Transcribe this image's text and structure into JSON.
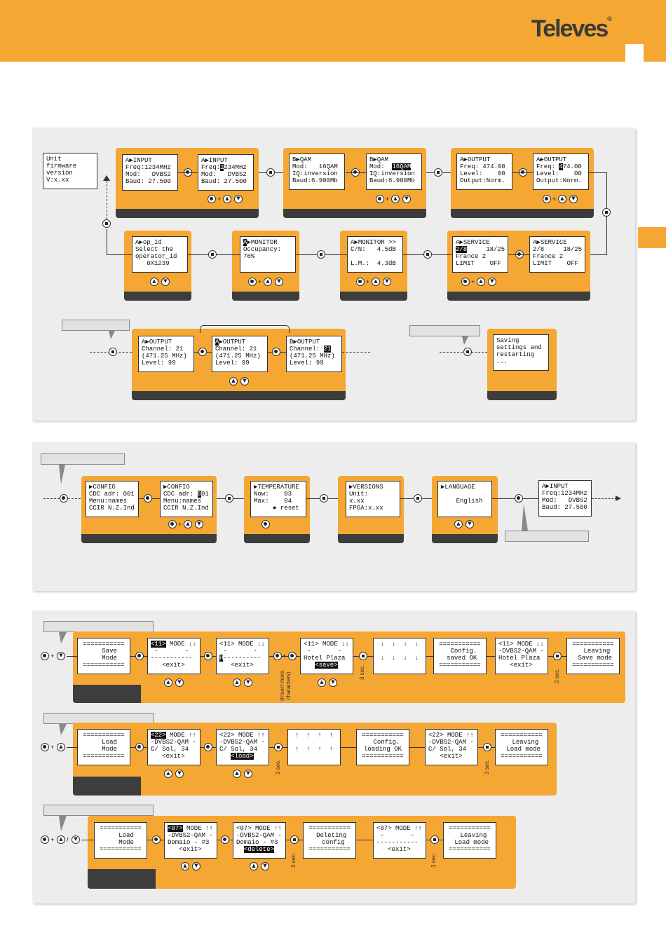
{
  "brand": {
    "logo": "Televes",
    "trademark": "®"
  },
  "colors": {
    "accent": "#F5A733",
    "bar": "#3d3d3d",
    "panel": "#EDEDED"
  },
  "section1": {
    "unit_info": "Unit\nfirmware\nversion\nV:x.xx",
    "input1": "A▶INPUT\nFreq:1234MHz\nMod:   DVBS2\nBaud: 27.500",
    "input2": {
      "l1": "A▶INPUT",
      "l2a": "Freq:",
      "l2b": "1",
      "l2c": "234MHz",
      "l3": "Mod:   DVBS2",
      "l4": "Baud: 27.500"
    },
    "qam1": "B▶QAM\nMod:   16QAM\nIQ:inversion\nBaud:6.900Mb",
    "qam2": {
      "l1": "B▶QAM",
      "l2a": "Mod:  ",
      "l2b": "16QAM",
      "l3": "IQ:inversion",
      "l4": "Baud:6.900Mb"
    },
    "out1": "A▶OUTPUT\nFreq: 474.00\nLevel:    00\nOutput:Norm.",
    "out2": {
      "l1": "A▶OUTPUT",
      "l2a": "Freq: ",
      "l2b": "4",
      "l2c": "74.00",
      "l3": "Level:    00",
      "l4": "Output:Norm."
    },
    "opid": "A▶op_id\nSelect the\noperator_id\n   0X1239",
    "monitor1": {
      "a": "A",
      "b": "▶MONITOR",
      "rest": "Occupancy:\n76%"
    },
    "monitor2": "A▶MONITOR >>\nC/N:   4.5dB\n\nL.M.:  4.3dB",
    "service1": {
      "l1": "A▶SERVICE",
      "l2a": "2/8",
      "l2b": "     18/25",
      "l3": "France 2",
      "l4": "LIMIT    OFF"
    },
    "service2": "A▶SERVICE\n2/8     18/25\nFrance 2\nLIMIT    OFF",
    "ch1": "A▶OUTPUT\nChannel: 21\n(471.25 MHz)\nLevel: 99",
    "ch2": {
      "a": "A",
      "rest1": "▶OUTPUT",
      "rest": "Channel: 21\n(471.25 MHz)\nLevel: 99"
    },
    "ch3": {
      "l1": "B▶OUTPUT",
      "l2a": "Channel: ",
      "l2b": "21",
      "l3": "(471.25 MHz)",
      "l4": "Level: 99"
    },
    "saving": "Saving\nsettings and\nrestarting\n..."
  },
  "section2": {
    "config1": "▶CONFIG\nCDC adr: 001\nMenu:names\nCCIR N.Z.Ind",
    "config2": {
      "l1": "▶CONFIG",
      "l2a": "CDC adr: ",
      "l2b": "0",
      "l2c": "01",
      "l3": "Menu:names",
      "l4": "CCIR N.Z.Ind"
    },
    "temp": "▶TEMPERATURE\nNow:    03\nMax:    04\n     ● reset",
    "versions": "▶VERSIONS\nUnit:\nx.xx\nFPGA:x.xx",
    "language": "▶LANGUAGE\n\n    English",
    "input": "A▶INPUT\nFreq:1234MHz\nMod:   DVBS2\nBaud: 27.500"
  },
  "section3": {
    "save_mode": "===========\n   Save\n   Mode\n===========",
    "m1": {
      "l1a": "<11>",
      "l1b": " MODE ↓↓",
      "l2": " -       -",
      "l3": "-----------",
      "l4": "   <exit>"
    },
    "m2": {
      "l1": "<11> MODE ↓↓",
      "l2": " -       -",
      "l3a": "H",
      "l3b": "----------",
      "l4": "   <exit>"
    },
    "insert_note": "(Insert more\ncharacters)",
    "m3": {
      "l1": "<11> MODE ↓↓",
      "l2": " -       -",
      "l3": "Hotel Plaza",
      "l4": "<save>"
    },
    "arrows_down": "↓  ↓  ↓  ↓\n\n↓  ↓  ↓  ↓",
    "config_saved": "===========\n  Config.\n saved OK\n===========",
    "m4": "<11> MODE ↓↓\n-DVBS2-QAM -\nHotel Plaza\n   <exit>",
    "leaving_save": "===========\n  Leaving\n Save mode\n===========",
    "sec3": "3 sec.",
    "load_mode": "===========\n   Load\n   Mode\n===========",
    "l1": {
      "l1a": "<22>",
      "l1b": " MODE ↑↑",
      "l2": "-DVBS2-QAM -",
      "l3": "C/ Sol, 34",
      "l4": "   <exit>"
    },
    "l2": {
      "l1": "<22> MODE ↑↑",
      "l2": "-DVBS2-QAM -",
      "l3": "C/ Sol, 34",
      "l4": "<load>"
    },
    "arrows_up": "↑  ↑  ↑  ↑\n\n↑  ↑  ↑  ↑",
    "config_loading": "===========\n  Config.\nloading OK\n===========",
    "l3": "<22> MODE ↑↑\n-DVBS2-QAM -\nC/ Sol, 34\n   <exit>",
    "leaving_load": "===========\n  Leaving\n Load mode\n===========",
    "d1": {
      "l1a": "<07>",
      "l1b": " MODE ↑↑",
      "l2": "-DVBS2-QAM -",
      "l3": "Domaio - #3",
      "l4": "   <exit>"
    },
    "d2": {
      "l1": "<07> MODE ↑↑",
      "l2": "-DVBS2-QAM -",
      "l3": "Domaio - #3",
      "l4": "<delete>"
    },
    "deleting": "===========\n Deleting\n  config\n===========",
    "d3": "<07> MODE ↑↑\n -       -\n-----------\n   <exit>",
    "leaving_load2": "===========\n  Leaving\n Load mode\n==========="
  }
}
